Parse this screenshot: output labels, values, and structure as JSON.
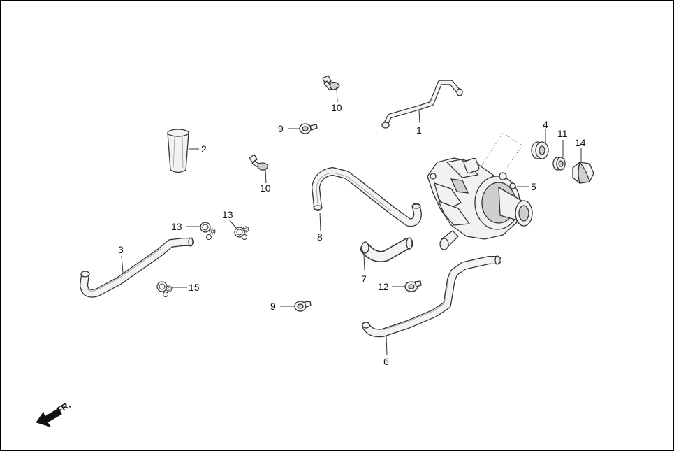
{
  "diagram": {
    "callouts": {
      "c1": "1",
      "c2": "2",
      "c3": "3",
      "c4": "4",
      "c5": "5",
      "c6": "6",
      "c7": "7",
      "c8": "8",
      "c9a": "9",
      "c9b": "9",
      "c10a": "10",
      "c10b": "10",
      "c11": "11",
      "c12": "12",
      "c13a": "13",
      "c13b": "13",
      "c14": "14",
      "c15": "15"
    },
    "direction_label": "FR."
  }
}
